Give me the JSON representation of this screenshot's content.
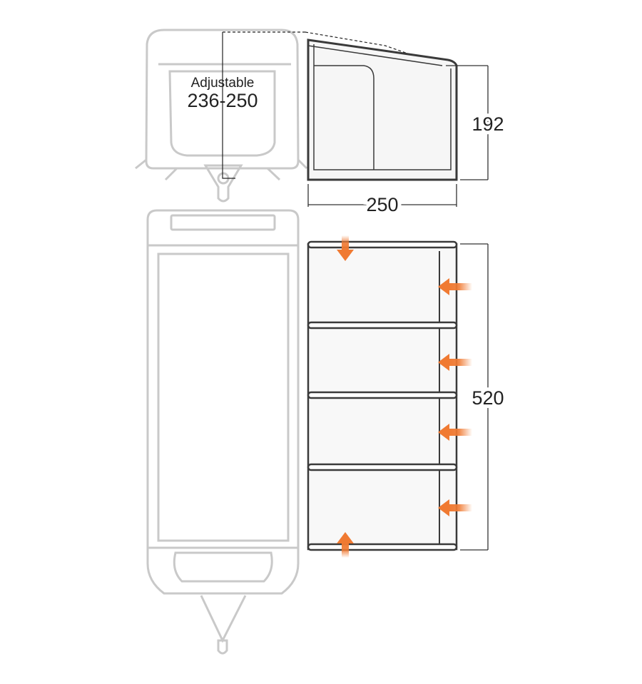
{
  "labels": {
    "adjustable_title": "Adjustable",
    "adjustable_range": "236-250",
    "height_dimension": "192",
    "width_dimension": "250",
    "length_dimension": "520"
  },
  "colors": {
    "awning_outline": "#3a3a3a",
    "caravan_outline": "#c8c8c8",
    "dimension_line": "#333333",
    "arrow": "#f07a32"
  },
  "icons": {
    "airflow_arrow": "arrow-icon"
  }
}
